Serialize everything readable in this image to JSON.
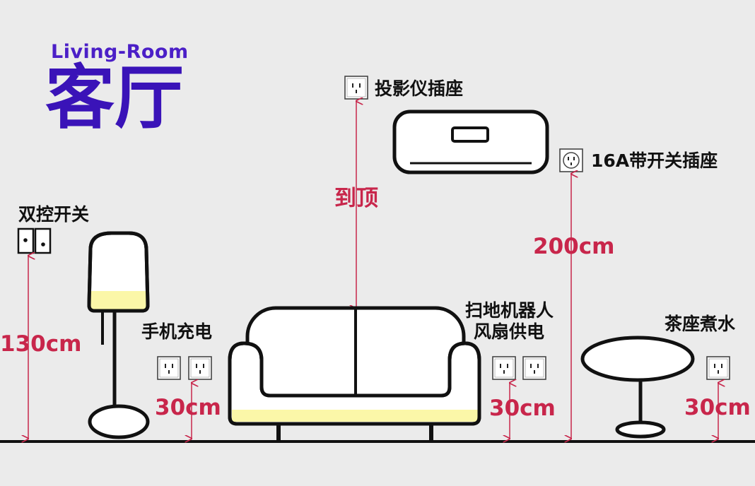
{
  "header": {
    "title_en": "Living-Room",
    "title_cn": "客厅"
  },
  "labels": {
    "projector_socket": "投影仪插座",
    "ac_socket": "16A带开关插座",
    "dual_switch": "双控开关",
    "phone_charging": "手机充电",
    "robot_fan_line1": "扫地机器人",
    "robot_fan_line2": "风扇供电",
    "tea_table": "茶座煮水"
  },
  "measurements": {
    "projector_height": "到顶",
    "ac_height": "200cm",
    "switch_height": "130cm",
    "phone_height": "30cm",
    "robot_height": "30cm",
    "tea_height": "30cm"
  },
  "colors": {
    "background": "#ebebeb",
    "title": "#3a13b8",
    "measure": "#c8264b",
    "outline": "#111111",
    "lamp_glow": "#fbf7a8"
  },
  "icons": {
    "socket": "outlet-icon",
    "switch": "dual-switch-icon",
    "ac": "air-conditioner-icon"
  }
}
